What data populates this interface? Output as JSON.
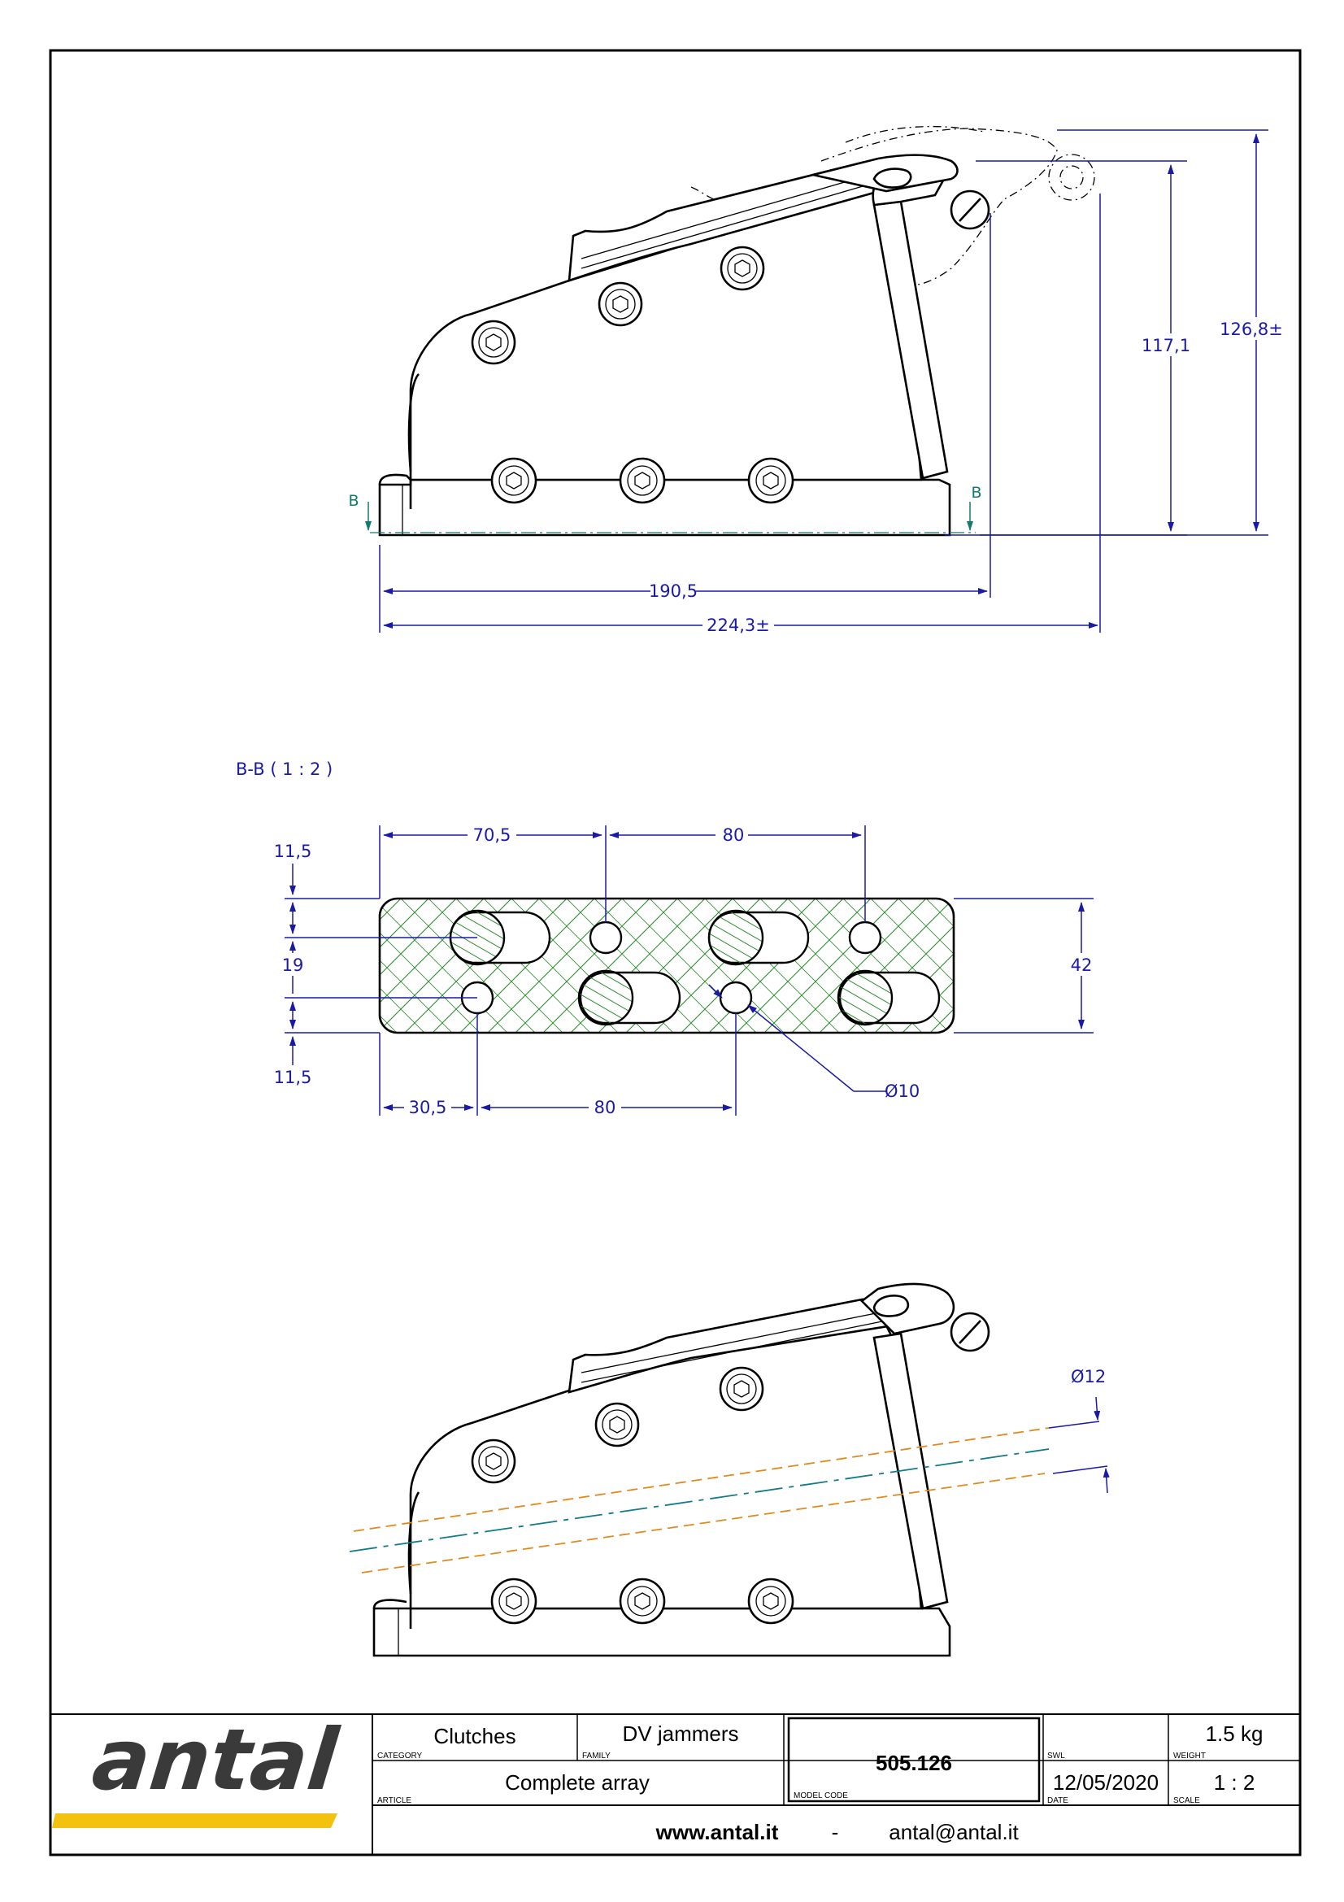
{
  "drawing": {
    "side_view_dimensions": {
      "length_base": "190,5",
      "length_overall": "224,3±",
      "height_body": "117,1",
      "height_overall": "126,8±",
      "section_marker": "B"
    },
    "section_view": {
      "title": "B-B ( 1 : 2 )",
      "dim_top_left": "70,5",
      "dim_top_right": "80",
      "dim_left_top": "11,5",
      "dim_left_mid": "19",
      "dim_left_bottom": "11,5",
      "dim_right_height": "42",
      "dim_bottom_left": "30,5",
      "dim_bottom_right": "80",
      "hole_diameter": "Ø10"
    },
    "angled_view": {
      "rope_diameter": "Ø12"
    },
    "colors": {
      "dimension": "#1a1aa6",
      "section_marker": "#137a6e",
      "hatch": "#2e8b2e",
      "rope_outline": "#e08a1e",
      "rope_axis": "#137a8a",
      "brand_underline": "#f2c20f"
    }
  },
  "title_block": {
    "logo_text": "antal",
    "category_value": "Clutches",
    "category_label": "CATEGORY",
    "family_value": "DV jammers",
    "family_label": "FAMILY",
    "article_value": "Complete array",
    "article_label": "ARTICLE",
    "model_code_value": "505.126",
    "model_code_label": "MODEL CODE",
    "swl_value": "",
    "swl_label": "SWL",
    "weight_value": "1.5 kg",
    "weight_label": "WEIGHT",
    "date_value": "12/05/2020",
    "date_label": "DATE",
    "scale_value": "1 : 2",
    "scale_label": "SCALE",
    "website": "www.antal.it",
    "separator": "-",
    "email": "antal@antal.it"
  }
}
